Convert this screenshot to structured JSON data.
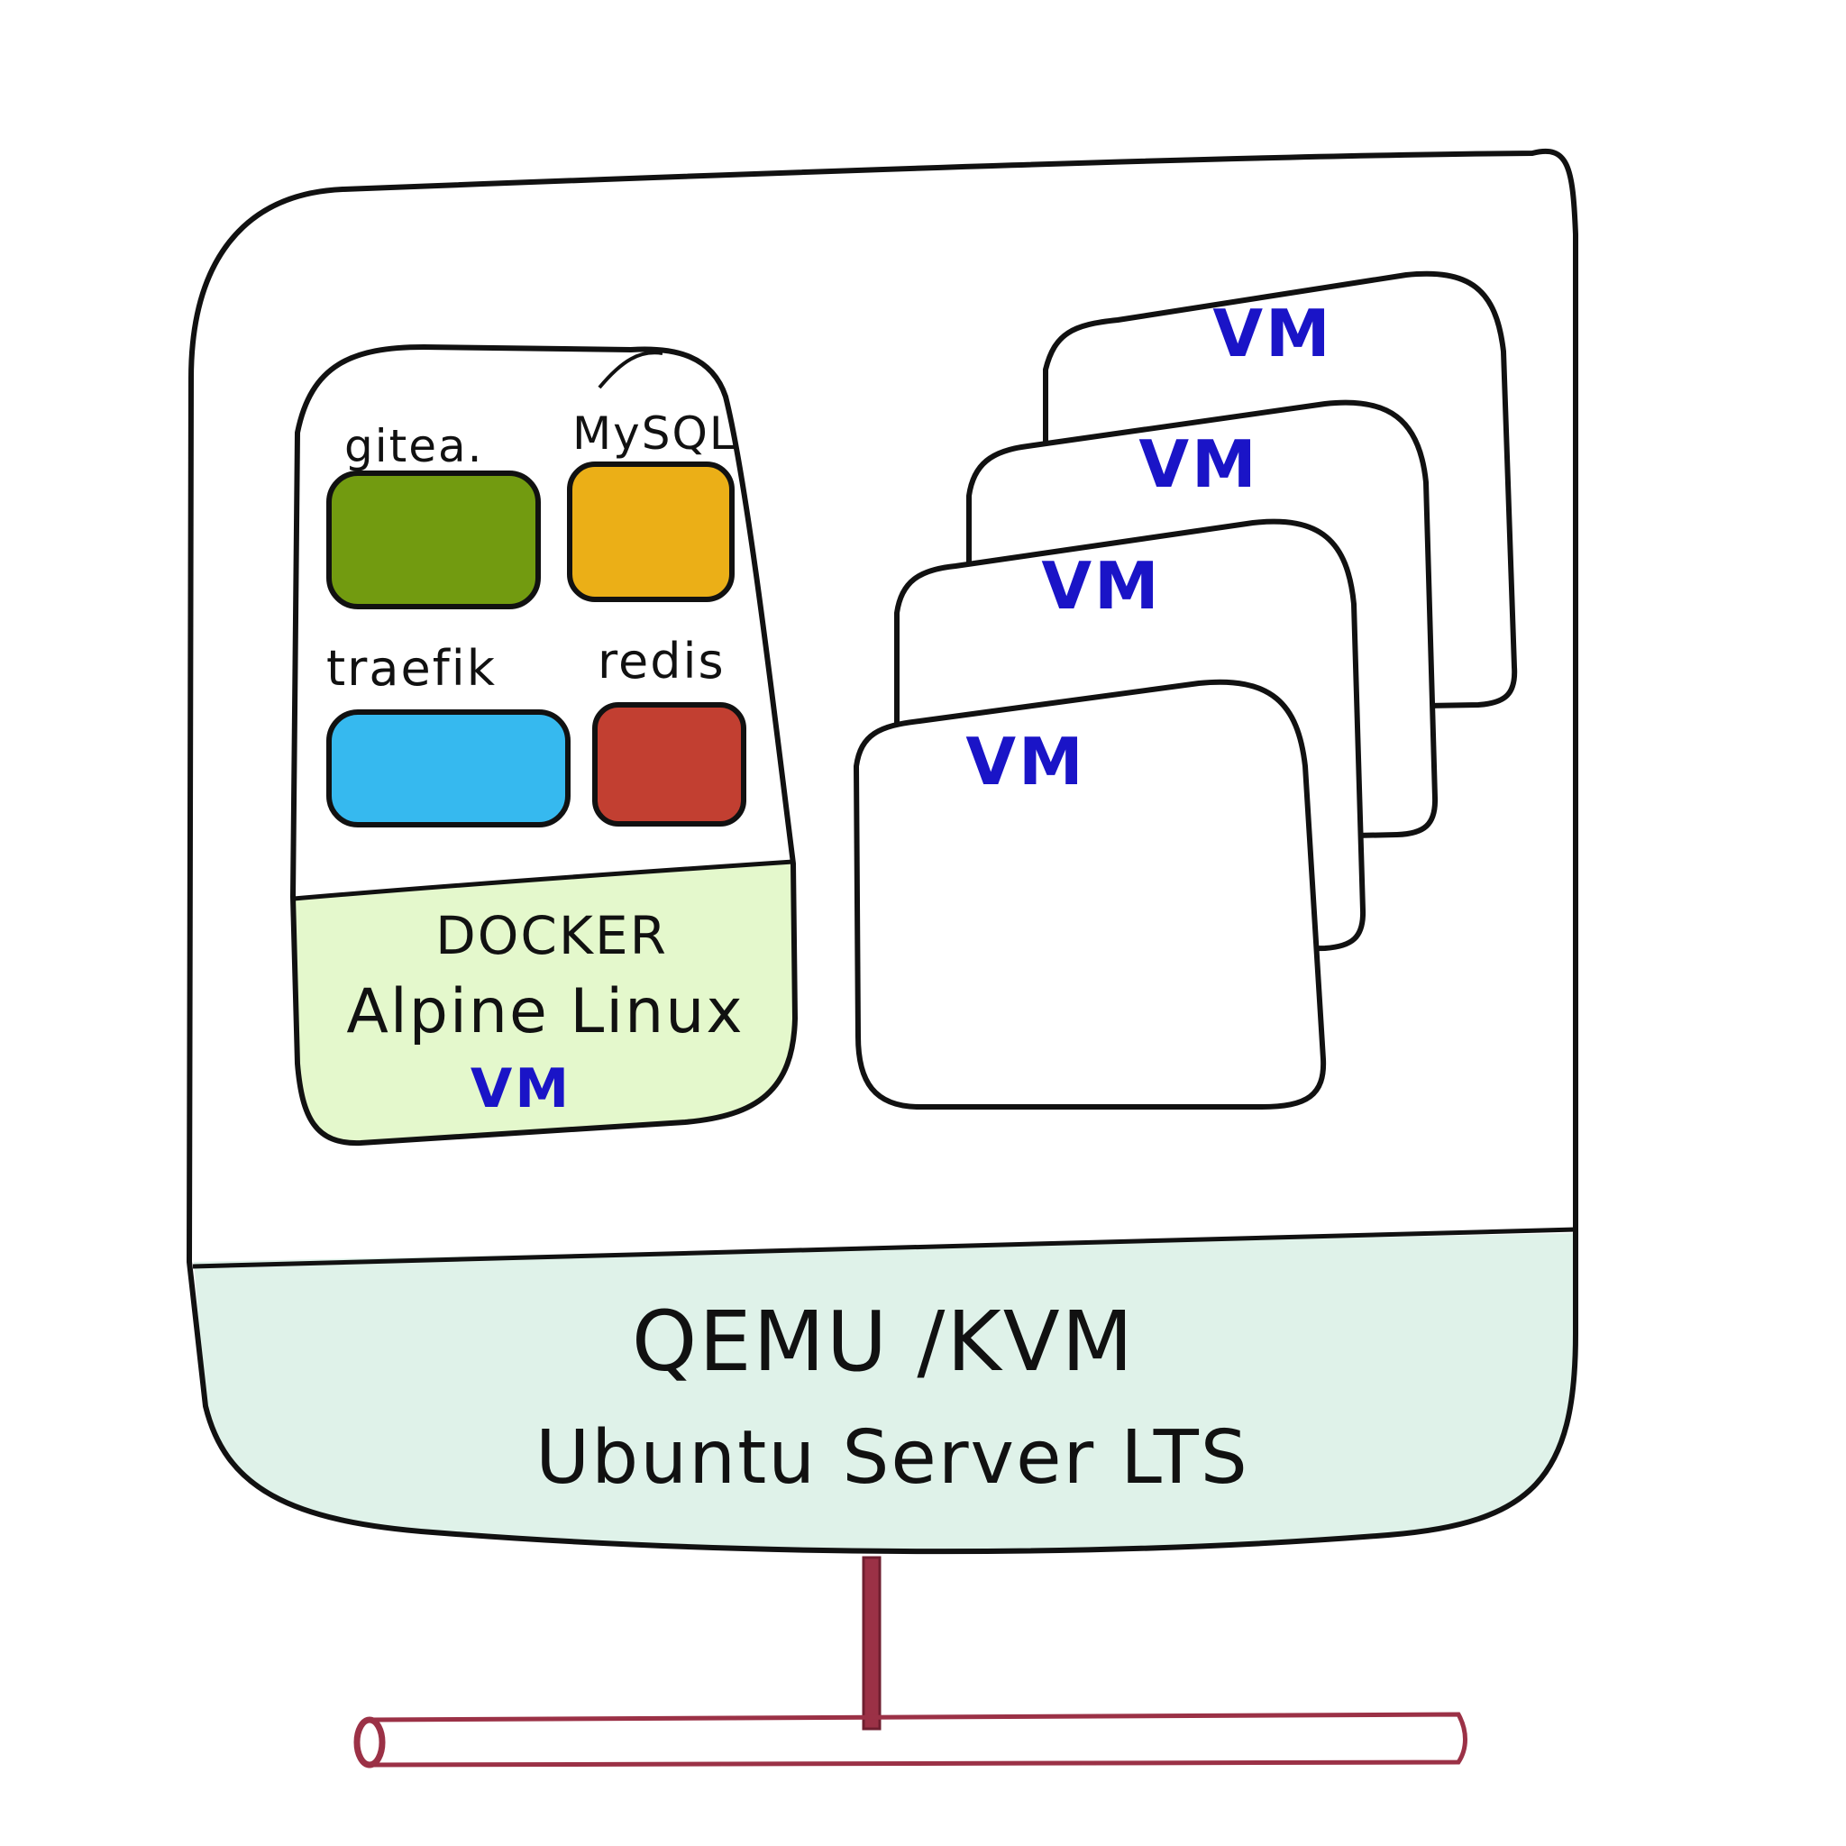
{
  "host": {
    "hypervisor_label": "QEMU /KVM",
    "os_label": "Ubuntu Server LTS",
    "base_fill": "#dff2e9"
  },
  "docker_vm": {
    "containers": [
      {
        "label": "gitea.",
        "color": "#729b10"
      },
      {
        "label": "MySQL",
        "color": "#ebaf17"
      },
      {
        "label": "traefik",
        "color": "#36b9ef"
      },
      {
        "label": "redis",
        "color": "#c23f31"
      }
    ],
    "runtime_label": "DOCKER",
    "os_label": "Alpine Linux",
    "vm_label": "VM",
    "base_fill": "#e4f8cc"
  },
  "vm_stack": [
    {
      "label": "VM"
    },
    {
      "label": "VM"
    },
    {
      "label": "VM"
    },
    {
      "label": "VM"
    }
  ],
  "colors": {
    "stroke": "#111111",
    "vm_text": "#1a14c7",
    "network": "#9b3146"
  }
}
